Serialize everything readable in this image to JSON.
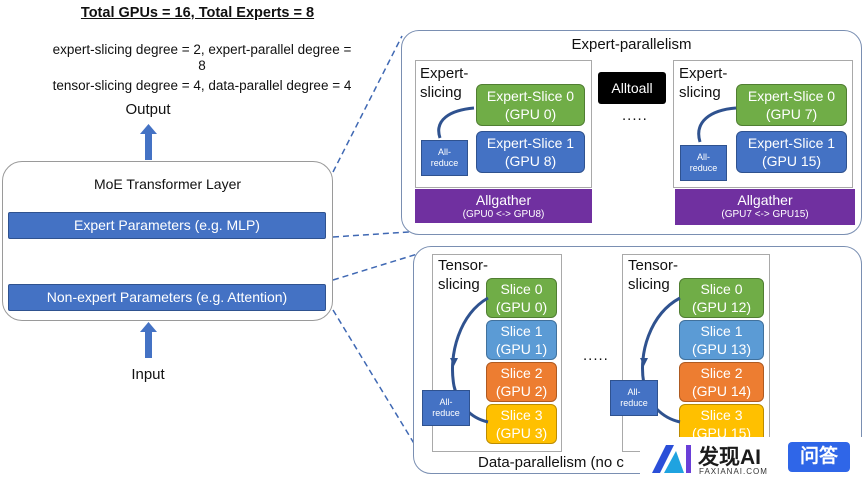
{
  "header": {
    "title": "Total GPUs = 16, Total Experts = 8",
    "line1": "expert-slicing degree = 2, expert-parallel degree =",
    "line1b": "8",
    "line2": "tensor-slicing degree = 4, data-parallel degree = 4"
  },
  "moe": {
    "output_label": "Output",
    "input_label": "Input",
    "layer_title": "MoE Transformer Layer",
    "expert_params": "Expert Parameters (e.g. MLP)",
    "nonexpert_params": "Non-expert Parameters (e.g. Attention)"
  },
  "expert_panel": {
    "title": "Expert-parallelism",
    "alltoall": "Alltoall",
    "dots": ".....",
    "groups": [
      {
        "header_line1": "Expert-",
        "header_line2": "slicing",
        "slice0_line1": "Expert-Slice 0",
        "slice0_line2": "(GPU 0)",
        "slice1_line1": "Expert-Slice 1",
        "slice1_line2": "(GPU 8)",
        "allreduce_line1": "All-",
        "allreduce_line2": "reduce",
        "allgather": "Allgather",
        "allgather_sub": "(GPU0 <-> GPU8)"
      },
      {
        "header_line1": "Expert-",
        "header_line2": "slicing",
        "slice0_line1": "Expert-Slice 0",
        "slice0_line2": "(GPU 7)",
        "slice1_line1": "Expert-Slice 1",
        "slice1_line2": "(GPU 15)",
        "allreduce_line1": "All-",
        "allreduce_line2": "reduce",
        "allgather": "Allgather",
        "allgather_sub": "(GPU7 <-> GPU15)"
      }
    ]
  },
  "tensor_panel": {
    "footer": "Data-parallelism (no c",
    "dots": ".....",
    "groups": [
      {
        "header_line1": "Tensor-",
        "header_line2": "slicing",
        "slices": [
          {
            "l1": "Slice 0",
            "l2": "(GPU 0)"
          },
          {
            "l1": "Slice 1",
            "l2": "(GPU 1)"
          },
          {
            "l1": "Slice 2",
            "l2": "(GPU 2)"
          },
          {
            "l1": "Slice 3",
            "l2": "(GPU 3)"
          }
        ],
        "allreduce_line1": "All-",
        "allreduce_line2": "reduce"
      },
      {
        "header_line1": "Tensor-",
        "header_line2": "slicing",
        "slices": [
          {
            "l1": "Slice 0",
            "l2": "(GPU 12)"
          },
          {
            "l1": "Slice 1",
            "l2": "(GPU 13)"
          },
          {
            "l1": "Slice 2",
            "l2": "(GPU 14)"
          },
          {
            "l1": "Slice 3",
            "l2": "(GPU 15)"
          }
        ],
        "allreduce_line1": "All-",
        "allreduce_line2": "reduce"
      }
    ]
  },
  "watermark": {
    "brand": "发现AI",
    "sub": "FAXIANAI.COM",
    "badge": "问答"
  },
  "colors": {
    "blue": "#4472c4",
    "light_blue": "#5b9bd5",
    "green": "#70ad47",
    "orange": "#ed7d31",
    "yellow": "#ffc000",
    "purple": "#7030a0",
    "connector": "#3f68b3"
  }
}
